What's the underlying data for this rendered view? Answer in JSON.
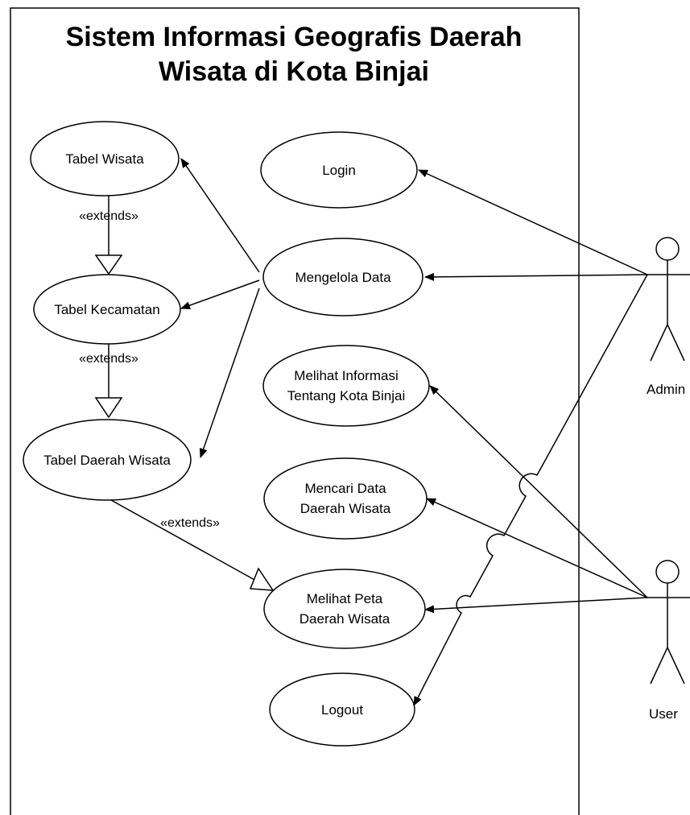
{
  "system": {
    "title_line1": "Sistem Informasi Geografis Daerah",
    "title_line2": "Wisata di Kota Binjai"
  },
  "use_cases": {
    "tabel_wisata": "Tabel Wisata",
    "tabel_kecamatan": "Tabel Kecamatan",
    "tabel_daerah_wisata": "Tabel Daerah Wisata",
    "login": "Login",
    "mengelola_data": "Mengelola Data",
    "melihat_informasi_line1": "Melihat Informasi",
    "melihat_informasi_line2": "Tentang Kota Binjai",
    "mencari_data_line1": "Mencari Data",
    "mencari_data_line2": "Daerah Wisata",
    "melihat_peta_line1": "Melihat Peta",
    "melihat_peta_line2": "Daerah Wisata",
    "logout": "Logout"
  },
  "relations": {
    "extends_1": "«extends»",
    "extends_2": "«extends»",
    "extends_3": "«extends»"
  },
  "actors": {
    "admin": "Admin",
    "user": "User"
  }
}
